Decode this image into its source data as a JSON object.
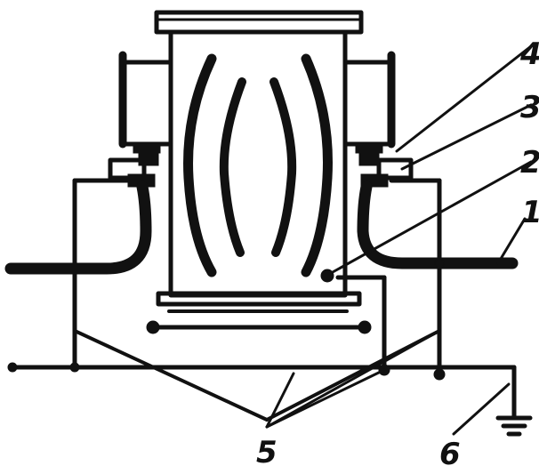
{
  "labels": {
    "l1": "1",
    "l2": "2",
    "l3": "3",
    "l4": "4",
    "l5": "5",
    "l6": "6"
  },
  "colors": {
    "ink": "#111111",
    "background": "#ffffff"
  }
}
